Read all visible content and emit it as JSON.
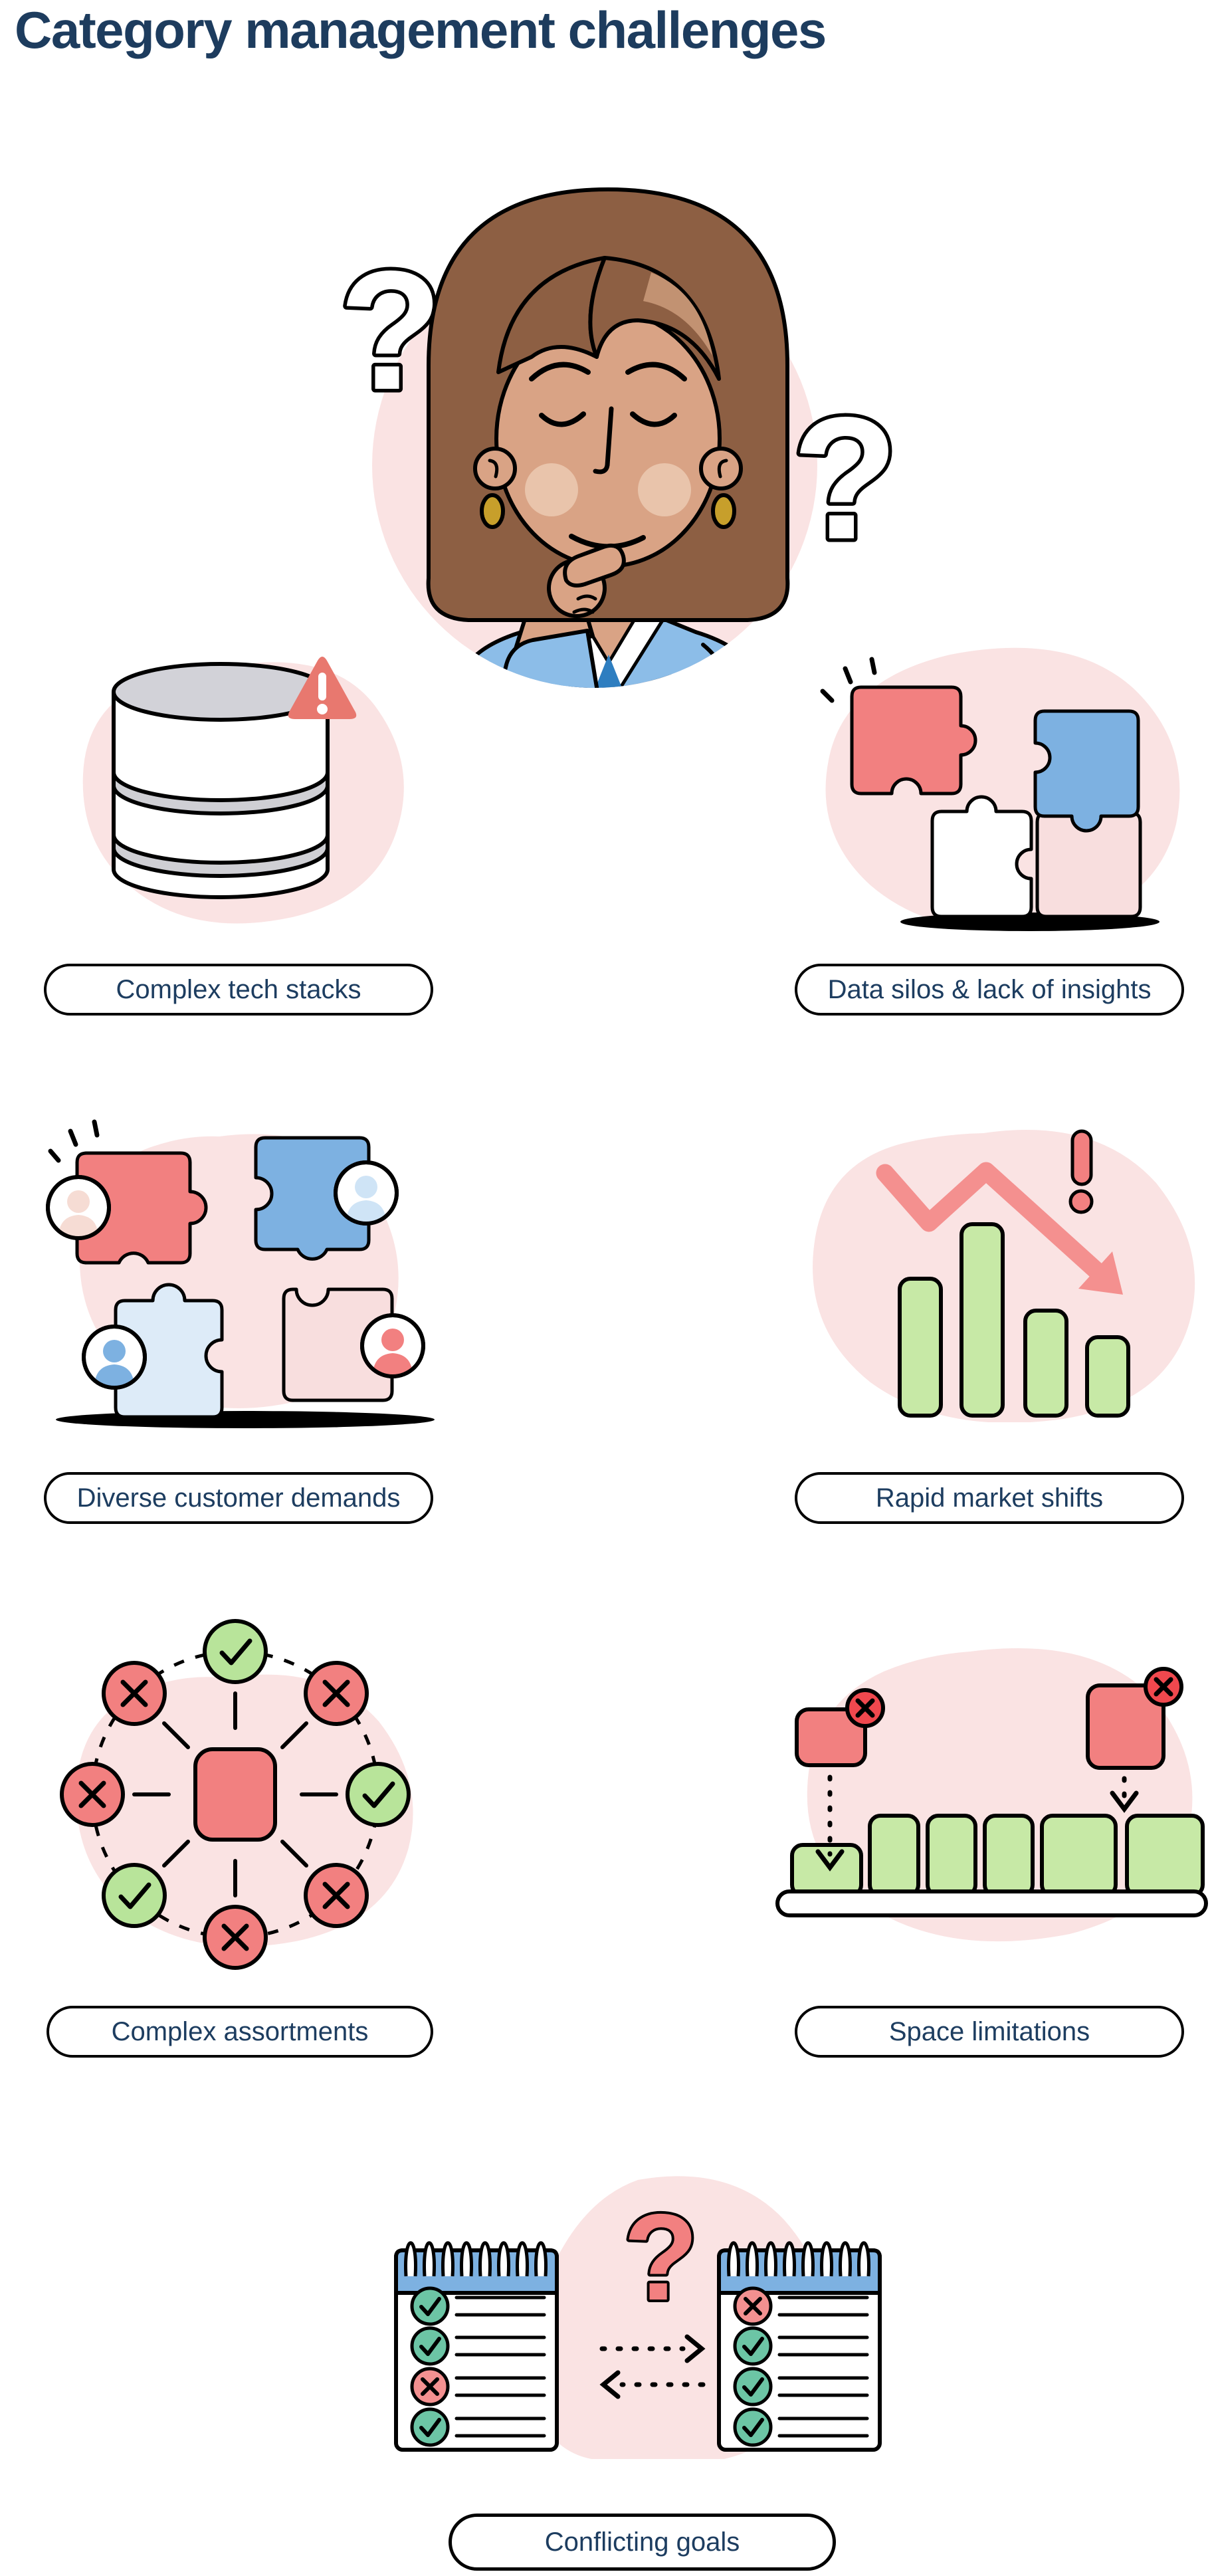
{
  "page": {
    "title": "Category management challenges"
  },
  "colors": {
    "title_navy": "#1d3c5e",
    "label_navy": "#1d3d60",
    "outline_black": "#000000",
    "salmon": "#f28080",
    "badge_red": "#f0484e",
    "warning_red": "#e8786f",
    "pink_blob": "#fae3e3",
    "pink_piece": "#f8dede",
    "blue": "#7db1e1",
    "light_blue_piece": "#ddebf8",
    "sweater_blue": "#8cbde8",
    "green_light": "#c7e9a6",
    "green_node": "#b8e49a",
    "teal_check": "#6cc5a5",
    "soft_salmon": "#f39090",
    "gray": "#d2d2d8",
    "skin": "#d9a385",
    "hair_brown": "#8d5f43",
    "hair_highlight": "#c29272",
    "earring_gold": "#c79f2b"
  },
  "center_figure": {
    "icon": "thinking-woman-illustration"
  },
  "challenges": [
    {
      "id": "complex-tech-stacks",
      "label": "Complex tech stacks",
      "icon": "database-warning-illustration"
    },
    {
      "id": "data-silos",
      "label": "Data silos & lack of insights",
      "icon": "disconnected-puzzle-illustration"
    },
    {
      "id": "diverse-customer-demands",
      "label": "Diverse customer demands",
      "icon": "customer-puzzle-illustration"
    },
    {
      "id": "rapid-market-shifts",
      "label": "Rapid market shifts",
      "icon": "declining-bar-chart-illustration"
    },
    {
      "id": "complex-assortments",
      "label": "Complex assortments",
      "icon": "assortment-network-illustration"
    },
    {
      "id": "space-limitations",
      "label": "Space limitations",
      "icon": "shelf-space-illustration"
    },
    {
      "id": "conflicting-goals",
      "label": "Conflicting goals",
      "icon": "conflicting-checklists-illustration"
    }
  ],
  "assortment_network": {
    "statuses_clockwise_from_top": [
      "check",
      "cross",
      "check",
      "cross",
      "cross",
      "check",
      "cross",
      "cross"
    ]
  },
  "market_bars_relative_heights": [
    0.72,
    1.0,
    0.55,
    0.41
  ],
  "shelf": {
    "green_boxes": 6,
    "rejected_boxes": 2
  },
  "checklists": {
    "left_rows": [
      "check",
      "check",
      "cross",
      "check"
    ],
    "right_rows": [
      "cross",
      "check",
      "check",
      "check"
    ]
  }
}
